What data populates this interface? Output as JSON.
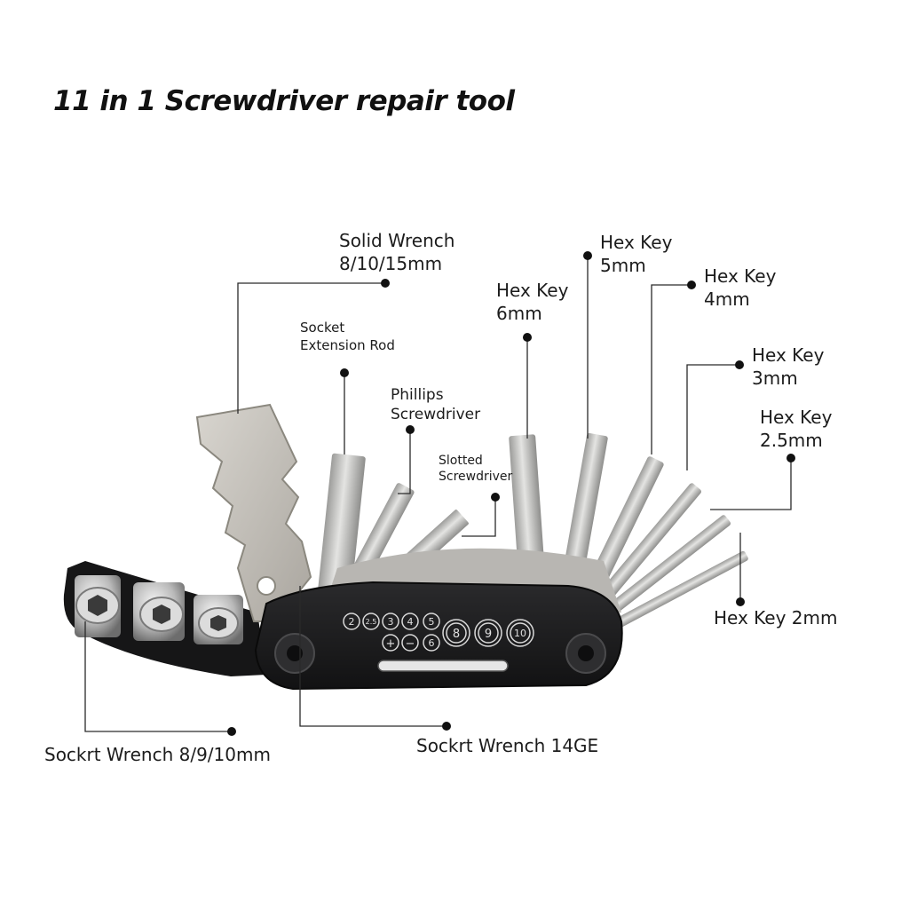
{
  "title": "11 in 1 Screwdriver repair tool",
  "labels": {
    "solid_wrench": {
      "line1": "Solid Wrench",
      "line2": "8/10/15mm"
    },
    "socket_extension_rod": {
      "line1": "Socket",
      "line2": "Extension Rod"
    },
    "phillips_screwdriver": {
      "line1": "Phillips",
      "line2": "Screwdriver"
    },
    "slotted_screwdriver": {
      "line1": "Slotted",
      "line2": "Screwdriver"
    },
    "hex_key_6": {
      "line1": "Hex Key",
      "line2": "6mm"
    },
    "hex_key_5": {
      "line1": "Hex Key",
      "line2": "5mm"
    },
    "hex_key_4": {
      "line1": "Hex Key",
      "line2": "4mm"
    },
    "hex_key_3": {
      "line1": "Hex Key",
      "line2": "3mm"
    },
    "hex_key_2_5": {
      "line1": "Hex Key",
      "line2": "2.5mm"
    },
    "hex_key_2": "Hex Key 2mm",
    "socket_wrench_8_9_10": "Sockrt Wrench 8/9/10mm",
    "socket_wrench_14ge": "Sockrt Wrench 14GE"
  },
  "body_markings": {
    "row1": [
      "2",
      "2.5",
      "3",
      "4",
      "5"
    ],
    "row2": [
      "+",
      "−",
      "6"
    ],
    "sockets": [
      "8",
      "9",
      "10"
    ]
  },
  "colors": {
    "background": "#ffffff",
    "text": "#1a1a1a",
    "leader": "#2a2a2a",
    "tool_body": "#1b1b1d",
    "steel": "#c9c9c7"
  }
}
